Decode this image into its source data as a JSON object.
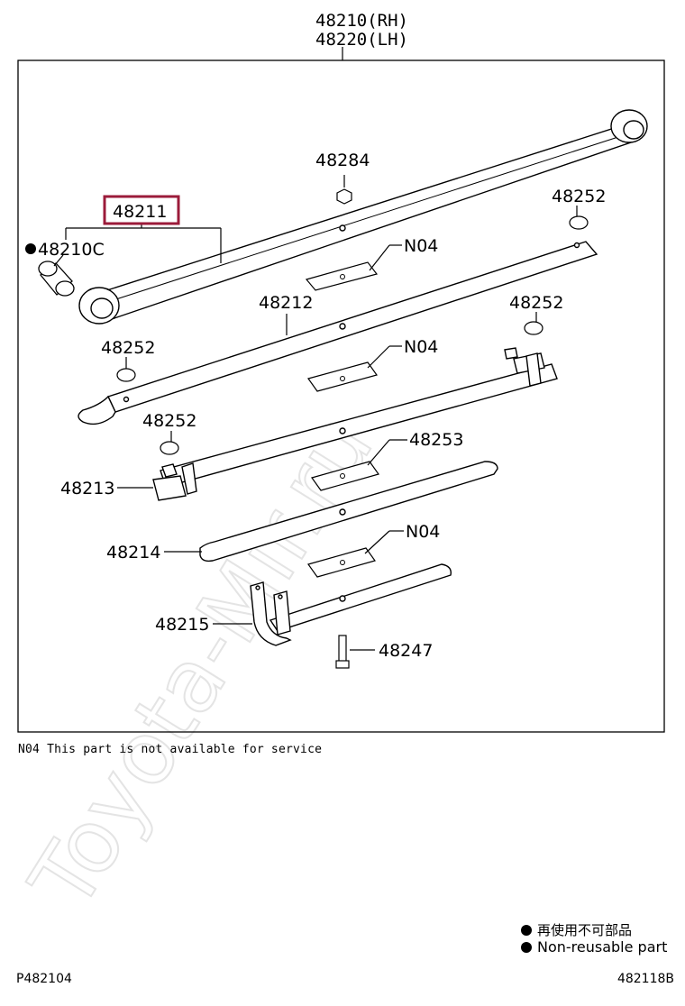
{
  "header": {
    "rh": "48210(RH)",
    "lh": "48220(LH)"
  },
  "parts": {
    "p48284": "48284",
    "p48211": "48211",
    "p48252_a": "48252",
    "p48210C": "48210C",
    "n04_a": "N04",
    "p48212": "48212",
    "p48252_b": "48252",
    "p48252_c": "48252",
    "n04_b": "N04",
    "p48252_d": "48252",
    "p48253": "48253",
    "p48213": "48213",
    "p48214": "48214",
    "n04_c": "N04",
    "p48215": "48215",
    "p48247": "48247"
  },
  "highlight_color": "#9b1b3a",
  "note": "N04 This part is not available for service",
  "legend": {
    "jp": "再使用不可部品",
    "en": "Non-reusable part"
  },
  "footer": {
    "left": "P482104",
    "right": "482118B"
  },
  "watermark": "Toyota-Mir.ru"
}
